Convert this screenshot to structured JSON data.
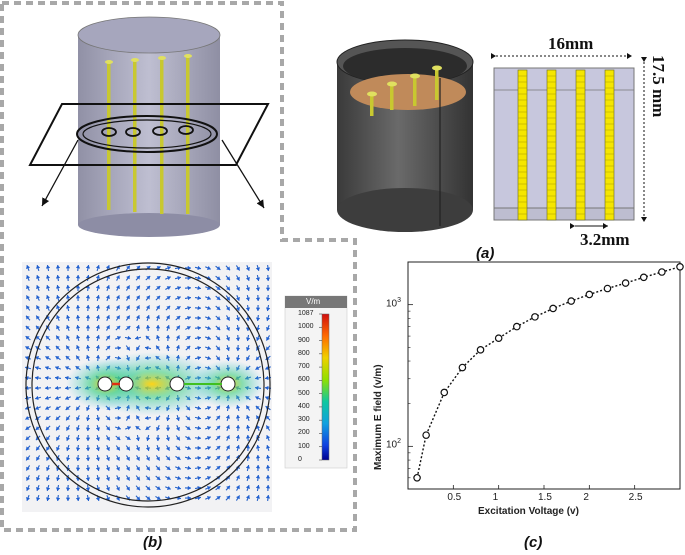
{
  "panels": {
    "a": {
      "label": "(a)",
      "width_dim": "16mm",
      "height_dim": "17.5 mm",
      "spacing_dim": "3.2mm"
    },
    "b": {
      "label": "(b)",
      "colorbar": {
        "unit": "V/m",
        "ticks": [
          "1087",
          "1000",
          "900",
          "800",
          "700",
          "600",
          "500",
          "400",
          "300",
          "200",
          "100",
          "0"
        ]
      }
    },
    "c": {
      "label": "(c)"
    }
  },
  "chart_data": {
    "type": "scatter",
    "xlabel": "Excitation Voltage (v)",
    "ylabel": "Maximum E field (v/m)",
    "xscale": "linear",
    "yscale": "log",
    "xlim": [
      0,
      3.0
    ],
    "ylim": [
      50,
      2000
    ],
    "xticks": [
      "0.5",
      "1",
      "1.5",
      "2",
      "2.5"
    ],
    "yticks": [
      "10^2",
      "10^3"
    ],
    "grid": false,
    "line_style": "dotted",
    "marker": "open-circle",
    "x": [
      0.1,
      0.2,
      0.4,
      0.6,
      0.8,
      1.0,
      1.2,
      1.4,
      1.6,
      1.8,
      2.0,
      2.2,
      2.4,
      2.6,
      2.8,
      3.0
    ],
    "values": [
      60,
      120,
      240,
      360,
      480,
      580,
      700,
      820,
      940,
      1060,
      1180,
      1300,
      1420,
      1560,
      1700,
      1850
    ]
  },
  "colors": {
    "cylinder_fill": "#8e8ea6",
    "electrode": "#d8d840",
    "dashed_border": "#a8a8a8",
    "dark_cylinder": "#4b4b4b",
    "plate": "#c08a5a",
    "cross_section_fill": "#c7c7dd"
  }
}
